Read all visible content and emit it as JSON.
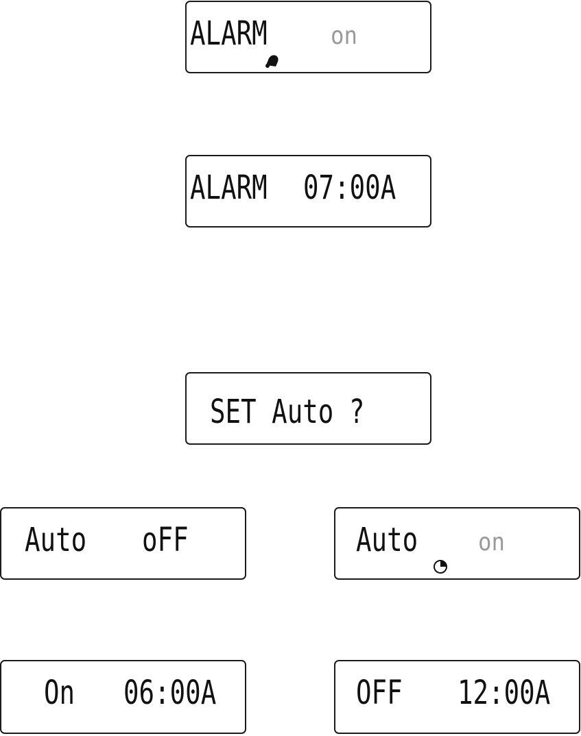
{
  "colors": {
    "segment": "#111111",
    "dim_segment": "#9a9a9a",
    "border": "#1a1a1a",
    "background": "#ffffff"
  },
  "displays": {
    "alarm_on": {
      "label": "ALARM",
      "state": "on",
      "icon": "bell-icon"
    },
    "alarm_time": {
      "label": "ALARM",
      "time": "07:00A"
    },
    "set_auto": {
      "text": "SET Auto ?"
    },
    "auto_off": {
      "label": "Auto",
      "state": "oFF"
    },
    "auto_on": {
      "label": "Auto",
      "state": "on",
      "icon": "timer-icon"
    },
    "on_time": {
      "label": "On",
      "time": "06:00A"
    },
    "off_time": {
      "label": "OFF",
      "time": "12:00A"
    }
  }
}
